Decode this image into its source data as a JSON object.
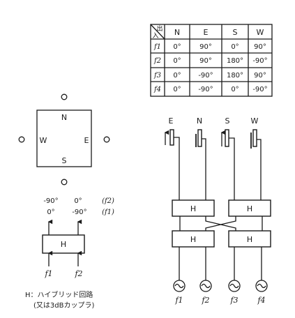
{
  "table": {
    "corner_top": "出",
    "corner_bottom": "入",
    "headers": [
      "N",
      "E",
      "S",
      "W"
    ],
    "rows": [
      {
        "label": "f1",
        "cells": [
          "0°",
          "90°",
          "0°",
          "90°"
        ]
      },
      {
        "label": "f2",
        "cells": [
          "0°",
          "90°",
          "180°",
          "-90°"
        ]
      },
      {
        "label": "f3",
        "cells": [
          "0°",
          "-90°",
          "180°",
          "90°"
        ]
      },
      {
        "label": "f4",
        "cells": [
          "0°",
          "-90°",
          "0°",
          "-90°"
        ]
      }
    ]
  },
  "antenna_square": {
    "north": "N",
    "south": "S",
    "east": "E",
    "west": "W"
  },
  "hybrid_example": {
    "box_label": "H",
    "phase_row_1_left": "-90°",
    "phase_row_1_right": "0°",
    "phase_row_1_note": "(f2)",
    "phase_row_2_left": "0°",
    "phase_row_2_right": "-90°",
    "phase_row_2_note": "(f1)",
    "input_left": "f1",
    "input_right": "f2"
  },
  "network": {
    "outputs": [
      "E",
      "N",
      "S",
      "W"
    ],
    "hybrid_label": "H",
    "inputs": [
      "f1",
      "f2",
      "f3",
      "f4"
    ]
  },
  "legend": {
    "line1": "H：ハイブリッド回路",
    "line2": "(又は3dBカップラ)"
  }
}
